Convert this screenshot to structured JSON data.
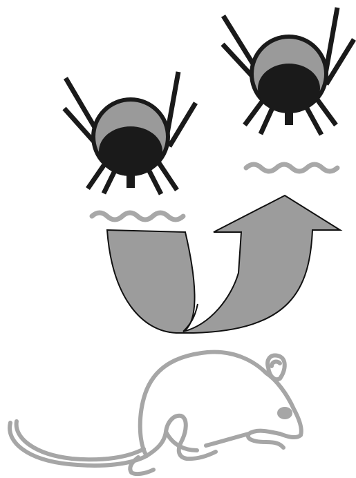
{
  "diagram": {
    "elements": [
      {
        "name": "tick-left",
        "kind": "tick-icon"
      },
      {
        "name": "tick-right",
        "kind": "tick-icon"
      },
      {
        "name": "wavy-line-left",
        "kind": "wave-icon"
      },
      {
        "name": "wavy-line-right",
        "kind": "wave-icon"
      },
      {
        "name": "u-turn-arrow",
        "kind": "arrow-icon"
      },
      {
        "name": "rodent",
        "kind": "rodent-icon"
      }
    ],
    "colors": {
      "tick_outline": "#1a1a1a",
      "tick_fill": "#9a9a9a",
      "wave": "#a8a8a8",
      "arrow_fill": "#9c9c9c",
      "arrow_stroke": "#111111",
      "rodent_outline": "#a6a6a6"
    }
  }
}
